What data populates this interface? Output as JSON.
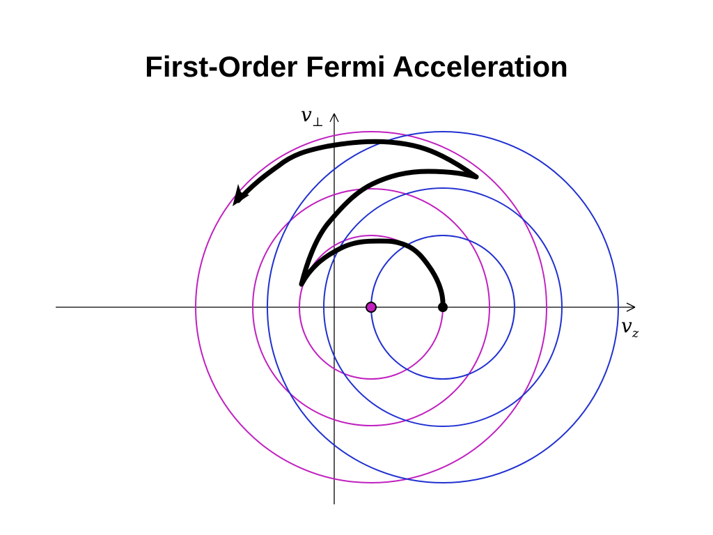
{
  "slide": {
    "title": "First-Order Fermi Acceleration"
  },
  "axes": {
    "vertical_label_main": "v",
    "vertical_label_sub": "⊥",
    "horizontal_label_main": "v",
    "horizontal_label_sub": "z"
  },
  "colors": {
    "background": "#ffffff",
    "magenta_circles": "#c020c0",
    "blue_circles": "#2030d0",
    "trajectory": "#000000",
    "axes": "#000000"
  }
}
